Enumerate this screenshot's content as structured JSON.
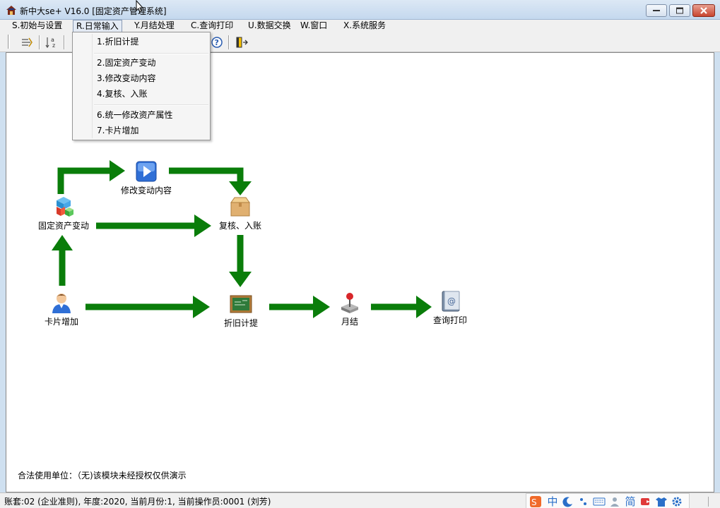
{
  "window": {
    "title": "新中大se+ V16.0 [固定资产管理系统]"
  },
  "menubar": {
    "items": [
      {
        "label": "S.初始与设置"
      },
      {
        "label": "R.日常输入"
      },
      {
        "label": "Y.月结处理"
      },
      {
        "label": "C.查询打印"
      },
      {
        "label": "U.数据交换"
      },
      {
        "label": "W.窗口"
      },
      {
        "label": "X.系统服务"
      }
    ],
    "active": "R.日常输入"
  },
  "dropdown": {
    "items": [
      {
        "label": "1.折旧计提"
      },
      {
        "label": "2.固定资产变动"
      },
      {
        "label": "3.修改变动内容"
      },
      {
        "label": "4.复核、入账"
      },
      {
        "label": "6.统一修改资产属性"
      },
      {
        "label": "7.卡片增加"
      }
    ]
  },
  "toolbar": {
    "icons": [
      "sort-icon",
      "sort-az-icon",
      "help-icon",
      "exit-door-icon"
    ]
  },
  "flow": {
    "nodes": {
      "modify": {
        "label": "修改变动内容",
        "icon": "play-icon"
      },
      "change": {
        "label": "固定资产变动",
        "icon": "cubes-icon"
      },
      "review": {
        "label": "复核、入账",
        "icon": "box-icon"
      },
      "card": {
        "label": "卡片增加",
        "icon": "person-icon"
      },
      "depreciation": {
        "label": "折旧计提",
        "icon": "blackboard-icon"
      },
      "monthend": {
        "label": "月结",
        "icon": "joystick-icon"
      },
      "query": {
        "label": "查询打印",
        "icon": "address-book-icon"
      }
    },
    "arrow_color": "#0a7d0a"
  },
  "license": {
    "text": "合法使用单位：（无)该模块未经授权仅供演示"
  },
  "statusbar": {
    "text": "账套:02 (企业准则), 年度:2020, 当前月份:1, 当前操作员:0001 (刘芳)",
    "ime": [
      "中",
      "简"
    ]
  }
}
